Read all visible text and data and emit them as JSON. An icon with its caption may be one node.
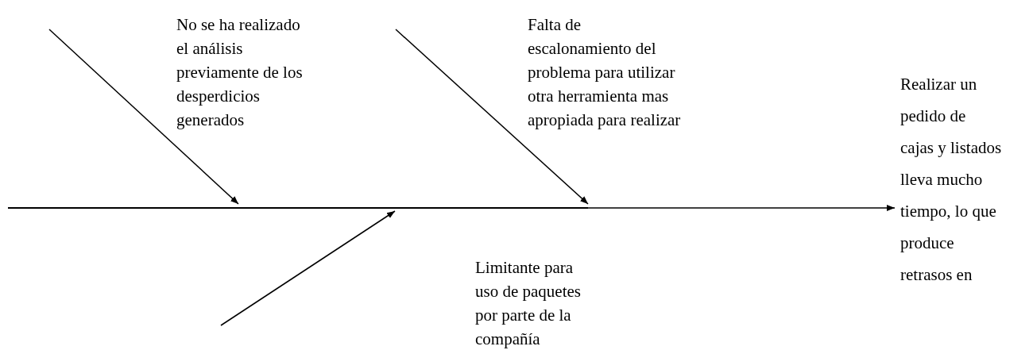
{
  "diagram": {
    "nodes": [
      {
        "text": [],
        "shape": "line"
      },
      {
        "text": [
          "Realizar un pedido de cajas  y listados lleva mucho tiempo, lo que produce retrasos en"
        ]
      }
    ],
    "edges": [
      {
        "from": null,
        "to": 0,
        "arrow": "to"
      },
      {
        "from": null,
        "to": 0,
        "arrow": "to"
      },
      {
        "from": null,
        "to": 0,
        "arrow": "to"
      },
      {
        "from": 0,
        "to": 1,
        "arrow": "to"
      }
    ],
    "labels": [
      "No se ha realizado el análisis previamente de los desperdicios generados",
      "Falta de escalonamiento del problema para utilizar otra herramienta mas apropiada para realizar",
      "Limitante para uso de paquetes por parte de la compañía"
    ]
  }
}
